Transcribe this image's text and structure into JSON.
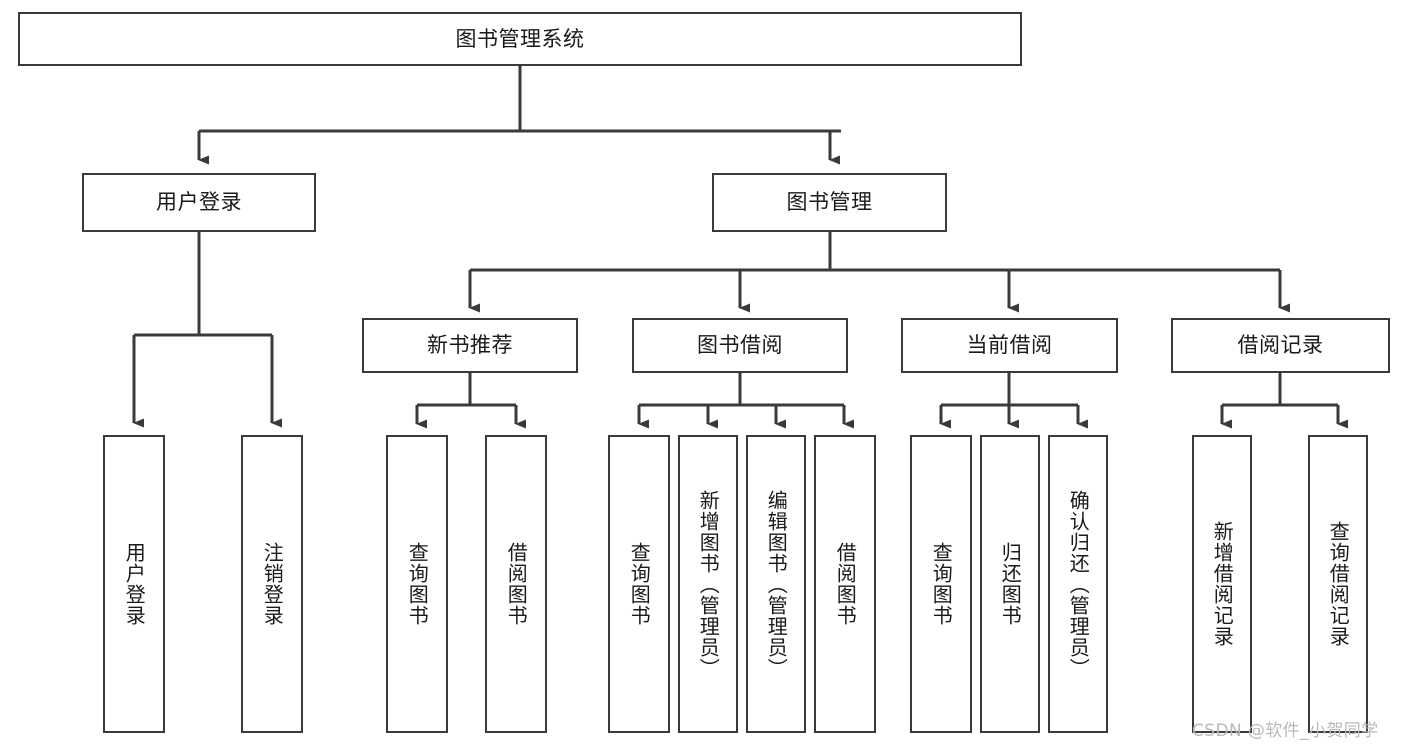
{
  "diagram": {
    "title": "图书管理系统",
    "type": "tree",
    "background_color": "#ffffff",
    "line_color": "#3a3a3a",
    "box_border_color": "#3a3a3a",
    "text_color": "#1a1a1a",
    "root": {
      "id": "root",
      "label": "图书管理系统",
      "orientation": "horizontal"
    },
    "level2": [
      {
        "id": "user-login",
        "label": "用户登录",
        "orientation": "horizontal"
      },
      {
        "id": "book-management",
        "label": "图书管理",
        "orientation": "horizontal"
      }
    ],
    "level3": [
      {
        "id": "new-book-recommend",
        "label": "新书推荐",
        "orientation": "horizontal"
      },
      {
        "id": "book-borrow",
        "label": "图书借阅",
        "orientation": "horizontal"
      },
      {
        "id": "current-borrow",
        "label": "当前借阅",
        "orientation": "horizontal"
      },
      {
        "id": "borrow-record",
        "label": "借阅记录",
        "orientation": "horizontal"
      }
    ],
    "leaves": {
      "user-login": [
        {
          "id": "leaf-user-login",
          "label": "用户登录"
        },
        {
          "id": "leaf-logout",
          "label": "注销登录"
        }
      ],
      "new-book-recommend": [
        {
          "id": "leaf-query-book-1",
          "label": "查询图书"
        },
        {
          "id": "leaf-borrow-book-1",
          "label": "借阅图书"
        }
      ],
      "book-borrow": [
        {
          "id": "leaf-query-book-2",
          "label": "查询图书"
        },
        {
          "id": "leaf-add-book",
          "label": "新增图书（管理员）"
        },
        {
          "id": "leaf-edit-book",
          "label": "编辑图书（管理员）"
        },
        {
          "id": "leaf-borrow-book-2",
          "label": "借阅图书"
        }
      ],
      "current-borrow": [
        {
          "id": "leaf-query-book-3",
          "label": "查询图书"
        },
        {
          "id": "leaf-return-book",
          "label": "归还图书"
        },
        {
          "id": "leaf-confirm-return",
          "label": "确认归还（管理员）"
        }
      ],
      "borrow-record": [
        {
          "id": "leaf-add-record",
          "label": "新增借阅记录"
        },
        {
          "id": "leaf-query-record",
          "label": "查询借阅记录"
        }
      ]
    }
  },
  "watermark": {
    "text": "CSDN @软件_小贺同学",
    "color": "#b9b9b9"
  }
}
